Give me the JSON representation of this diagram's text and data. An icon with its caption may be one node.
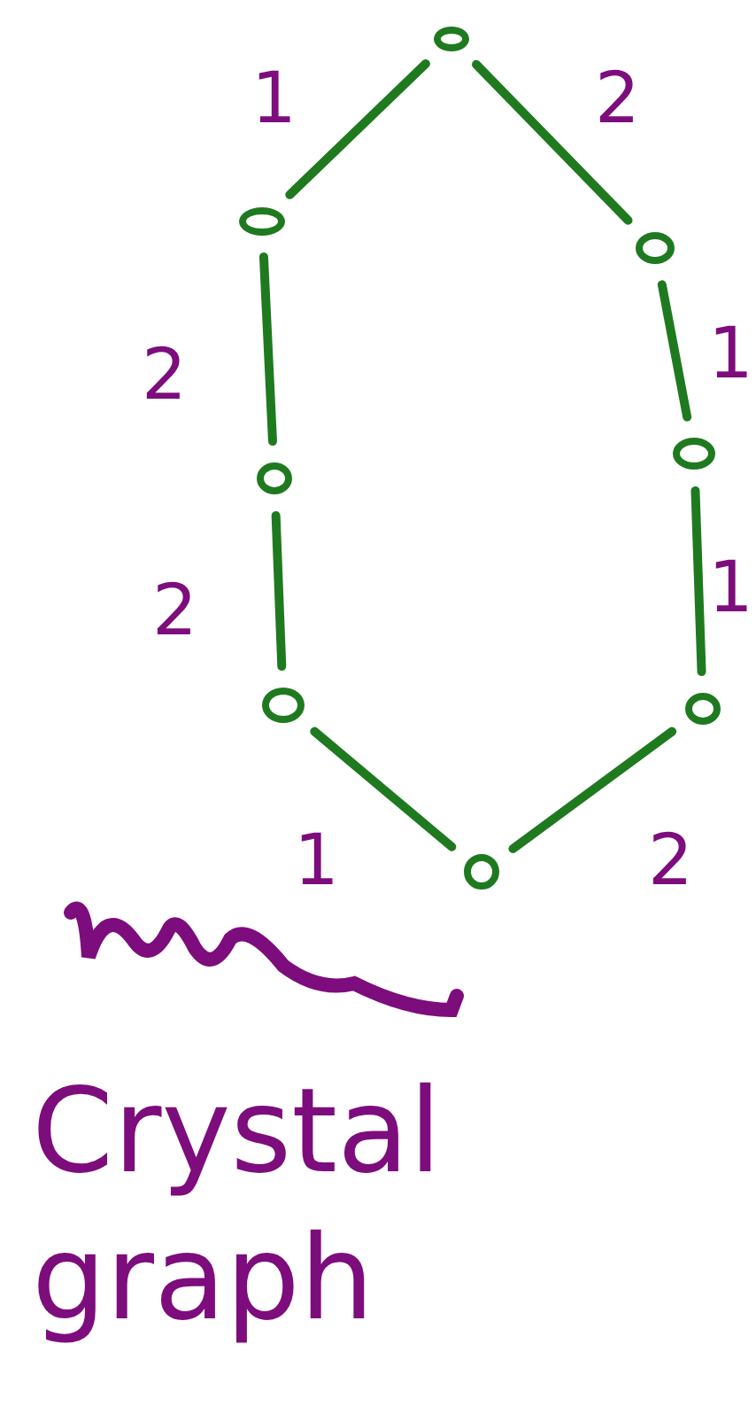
{
  "diagram": {
    "nodes": [
      {
        "text": [],
        "shape": "circle"
      },
      {
        "text": [],
        "shape": "circle"
      },
      {
        "text": [],
        "shape": "circle"
      },
      {
        "text": [],
        "shape": "circle"
      },
      {
        "text": [],
        "shape": "circle"
      },
      {
        "text": [],
        "shape": "circle"
      },
      {
        "text": [],
        "shape": "circle"
      },
      {
        "text": [],
        "shape": "circle"
      }
    ],
    "edges": [
      {
        "from": 0,
        "to": 1,
        "arrow": "none",
        "label": "1"
      },
      {
        "from": 0,
        "to": 2,
        "arrow": "none",
        "label": "2"
      },
      {
        "from": 1,
        "to": 3,
        "arrow": "none",
        "label": "2"
      },
      {
        "from": 2,
        "to": 4,
        "arrow": "none",
        "label": "1"
      },
      {
        "from": 3,
        "to": 5,
        "arrow": "none",
        "label": "2"
      },
      {
        "from": 4,
        "to": 6,
        "arrow": "none",
        "label": "1"
      },
      {
        "from": 5,
        "to": 7,
        "arrow": "none",
        "label": "1"
      },
      {
        "from": 6,
        "to": 7,
        "arrow": "none",
        "label": "2"
      }
    ],
    "labels": [
      "Crystal graph"
    ]
  }
}
